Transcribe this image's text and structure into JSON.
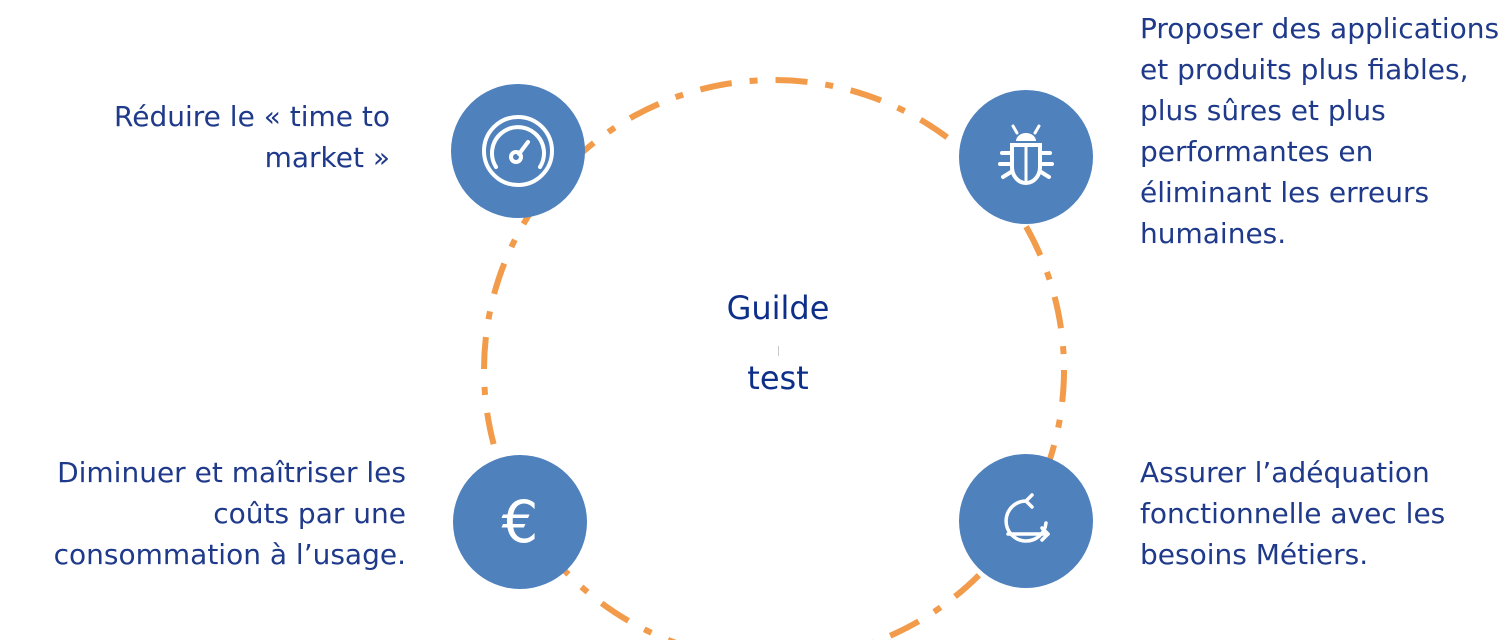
{
  "center": {
    "line1": "Guilde",
    "line2": "test"
  },
  "goals": [
    {
      "icon": "speedometer-icon",
      "text": "Réduire le « time to market »"
    },
    {
      "icon": "bug-icon",
      "text": "Proposer des applications et produits plus fiables, plus sûres et plus performantes en éliminant les erreurs humaines."
    },
    {
      "icon": "euro-icon",
      "text": "Diminuer et maîtriser les coûts par une consommation à l’usage."
    },
    {
      "icon": "cycle-arrow-icon",
      "text": "Assurer l’adéquation fonctionnelle avec les besoins Métiers."
    }
  ],
  "colors": {
    "node": "#4f81bd",
    "ring": "#f29b4a",
    "text": "#1f3a8a",
    "center_text": "#0d2f8a"
  }
}
